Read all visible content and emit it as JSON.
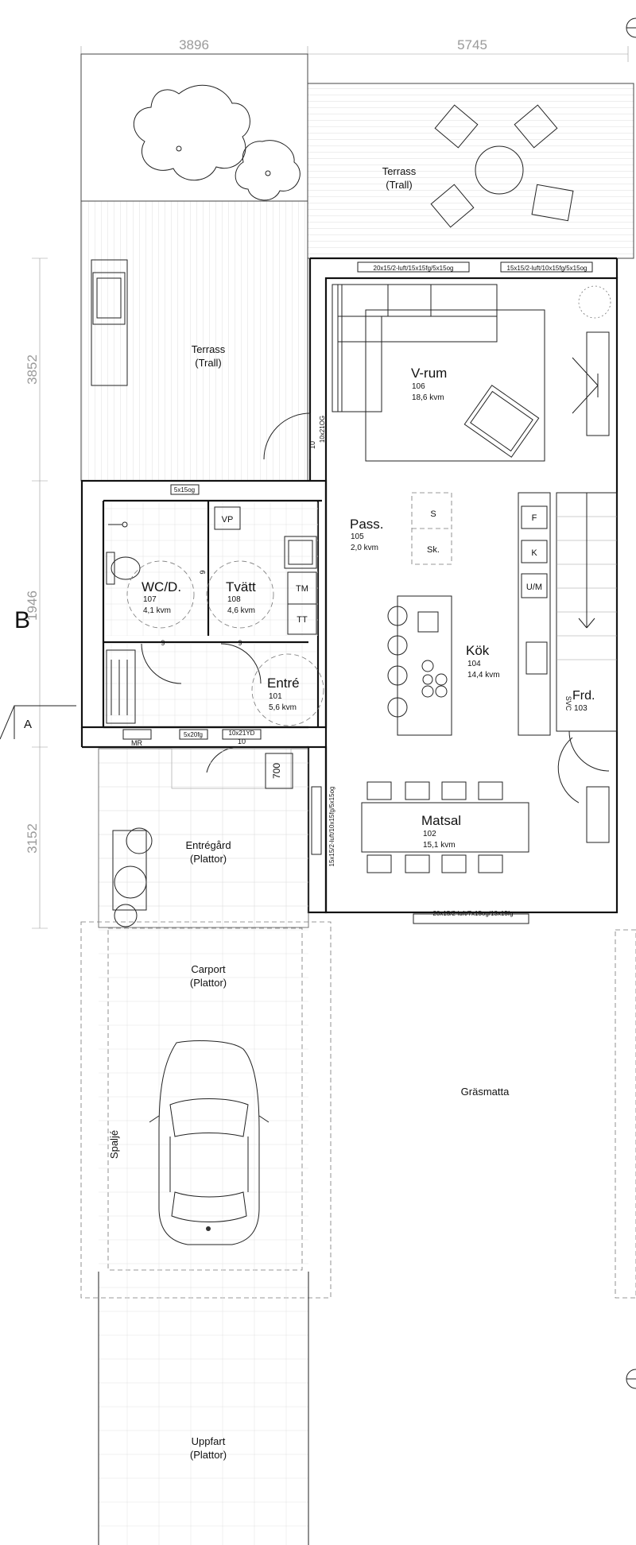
{
  "dimensions": {
    "top_left": "3896",
    "top_right": "5745",
    "left_1": "3852",
    "left_2": "1946",
    "left_3": "3152"
  },
  "section_markers": {
    "b": "B",
    "a": "A"
  },
  "areas": {
    "terrace_top_right": {
      "name": "Terrass",
      "sub": "(Trall)"
    },
    "terrace_left": {
      "name": "Terrass",
      "sub": "(Trall)"
    },
    "entre_gard": {
      "name": "Entrégård",
      "sub": "(Plattor)"
    },
    "carport": {
      "name": "Carport",
      "sub": "(Plattor)"
    },
    "grasmatta": {
      "name": "Gräsmatta"
    },
    "uppfart": {
      "name": "Uppfart",
      "sub": "(Plattor)"
    },
    "spalje": "Spaljé"
  },
  "rooms": {
    "vrum": {
      "name": "V-rum",
      "number": "106",
      "area": "18,6 kvm"
    },
    "pass": {
      "name": "Pass.",
      "number": "105",
      "area": "2,0 kvm"
    },
    "wc": {
      "name": "WC/D.",
      "number": "107",
      "area": "4,1 kvm"
    },
    "tvatt": {
      "name": "Tvätt",
      "number": "108",
      "area": "4,6 kvm"
    },
    "entre": {
      "name": "Entré",
      "number": "101",
      "area": "5,6 kvm"
    },
    "kok": {
      "name": "Kök",
      "number": "104",
      "area": "14,4 kvm"
    },
    "frd": {
      "name": "Frd.",
      "number": "103"
    },
    "matsal": {
      "name": "Matsal",
      "number": "102",
      "area": "15,1 kvm"
    }
  },
  "appliances": {
    "vp": "VP",
    "tm": "TM",
    "tt": "TT",
    "f": "F",
    "k": "K",
    "um": "U/M",
    "s": "S",
    "sk": "Sk.",
    "mr": "MR",
    "svc": "SVC"
  },
  "window_labels": {
    "vrum_left": "20x15/2-luft/15x15fg/5x15og",
    "vrum_right": "15x15/2-luft/10x15fg/5x15og",
    "terrace_door": "10x21OG",
    "terrace_door_no": "10",
    "wc_window": "5x15og",
    "hall_window": "5x20fg",
    "entry_door": "10x21YD",
    "entry_door_no": "10",
    "matsal_side": "15x15/2-luft/10x15fg/5x15og",
    "matsal_bottom": "20x15/2-luft/7x15og/13x15fg",
    "door_9a": "9",
    "door_9b": "9",
    "door_9c": "9",
    "stair_700": "700"
  }
}
